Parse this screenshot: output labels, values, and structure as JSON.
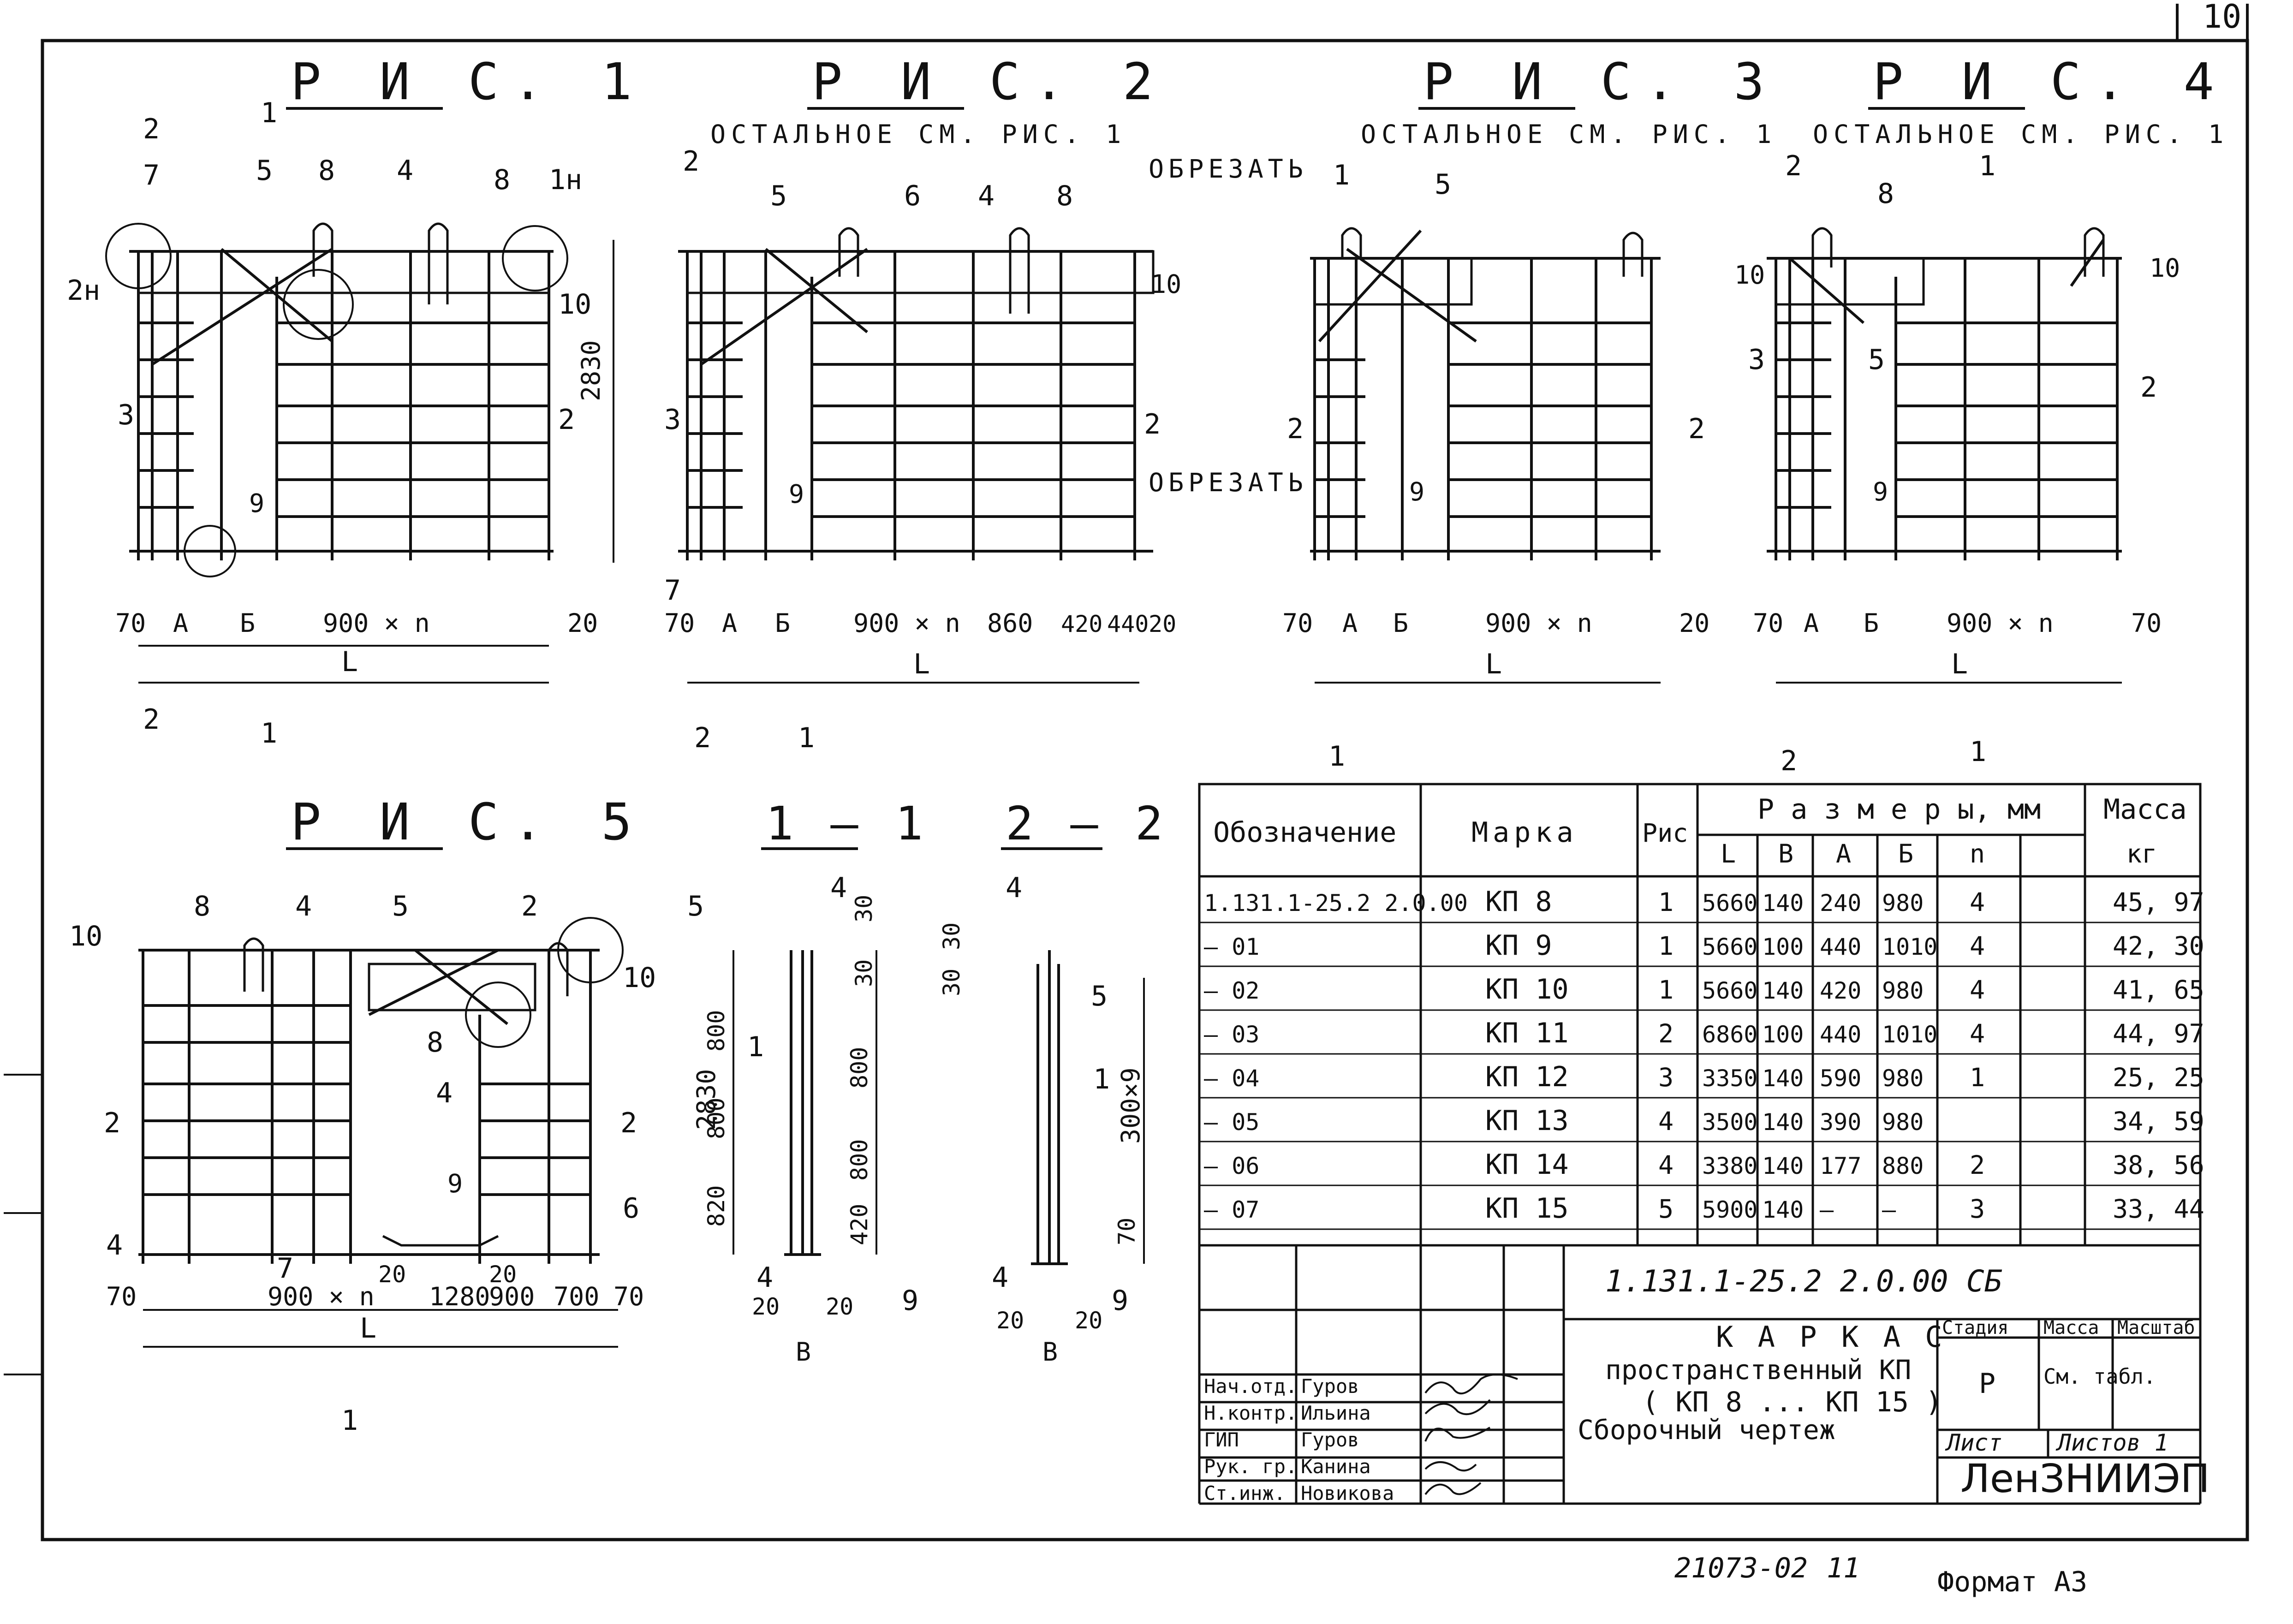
{
  "sheet": {
    "number": "10",
    "archive": "21073-02",
    "archive_page": "11",
    "format": "Формат А3"
  },
  "figures": {
    "fig1": "Р И С. 1",
    "fig2": "Р И С. 2",
    "fig3": "Р И С. 3",
    "fig4": "Р И С. 4",
    "fig5": "Р И С. 5",
    "sec11": "1 — 1",
    "sec22": "2 — 2",
    "note": "ОСТАЛЬНОЕ СМ. РИС. 1",
    "cut": "ОБРЕЗАТЬ"
  },
  "dims": {
    "d70": "70",
    "dA": "А",
    "dB": "Б",
    "d900n": "900 × n",
    "d20": "20",
    "dL": "L",
    "d2830": "2830",
    "d30": "30",
    "d860": "860",
    "d420": "420",
    "d440": "440",
    "d1280": "1280",
    "d900": "900",
    "d700": "700",
    "d800": "800",
    "d820": "820",
    "d300x9": "300×9",
    "dV": "В"
  },
  "marks": {
    "m1": "1",
    "m2": "2",
    "m3": "3",
    "m4": "4",
    "m5": "5",
    "m6": "6",
    "m7": "7",
    "m8": "8",
    "m9": "9",
    "m10": "10",
    "m1n": "1н",
    "m2n": "2н"
  },
  "table": {
    "headers": {
      "designation": "Обозначение",
      "mark": "Марка",
      "fig": "Рис",
      "sizes": "Р а з м е р ы,  мм",
      "mass": "Масса",
      "mass_unit": "кг",
      "L": "L",
      "B": "В",
      "A": "А",
      "Bb": "Б",
      "n": "n"
    },
    "rows": [
      {
        "des": "1.131.1-25.2  2.0.00",
        "mark": "КП 8",
        "fig": "1",
        "L": "5660",
        "B": "140",
        "A": "240",
        "Bb": "980",
        "n": "4",
        "mass": "45, 97"
      },
      {
        "des": "— 01",
        "mark": "КП 9",
        "fig": "1",
        "L": "5660",
        "B": "100",
        "A": "440",
        "Bb": "1010",
        "n": "4",
        "mass": "42, 30"
      },
      {
        "des": "— 02",
        "mark": "КП 10",
        "fig": "1",
        "L": "5660",
        "B": "140",
        "A": "420",
        "Bb": "980",
        "n": "4",
        "mass": "41, 65"
      },
      {
        "des": "— 03",
        "mark": "КП 11",
        "fig": "2",
        "L": "6860",
        "B": "100",
        "A": "440",
        "Bb": "1010",
        "n": "4",
        "mass": "44, 97"
      },
      {
        "des": "— 04",
        "mark": "КП 12",
        "fig": "3",
        "L": "3350",
        "B": "140",
        "A": "590",
        "Bb": "980",
        "n": "1",
        "mass": "25, 25"
      },
      {
        "des": "— 05",
        "mark": "КП 13",
        "fig": "4",
        "L": "3500",
        "B": "140",
        "A": "390",
        "Bb": "980",
        "n": "",
        "mass": "34, 59"
      },
      {
        "des": "— 06",
        "mark": "КП 14",
        "fig": "4",
        "L": "3380",
        "B": "140",
        "A": "177",
        "Bb": "880",
        "n": "2",
        "mass": "38, 56"
      },
      {
        "des": "— 07",
        "mark": "КП 15",
        "fig": "5",
        "L": "5900",
        "B": "140",
        "A": "—",
        "Bb": "—",
        "n": "3",
        "mass": "33, 44"
      }
    ]
  },
  "stamp": {
    "code": "1.131.1-25.2  2.0.00 СБ",
    "title1": "К А Р К А С",
    "title2": "пространственный КП",
    "title3": "( КП 8 ...  КП 15 )",
    "title4": "Сборочный  чертеж",
    "stage_h": "Стадия",
    "mass_h": "Масса",
    "scale_h": "Масштаб",
    "stage": "Р",
    "mass": "См. табл.",
    "sheet_h": "Лист",
    "sheets_h": "Листов 1",
    "org": "ЛенЗНИИЭП",
    "roles": [
      {
        "role": "Нач.отд.",
        "name": "Гуров"
      },
      {
        "role": "Н.контр.",
        "name": "Ильина"
      },
      {
        "role": "ГИП",
        "name": "Гуров"
      },
      {
        "role": "Рук. гр.",
        "name": "Канина"
      },
      {
        "role": "Ст.инж.",
        "name": "Новикова"
      }
    ]
  }
}
